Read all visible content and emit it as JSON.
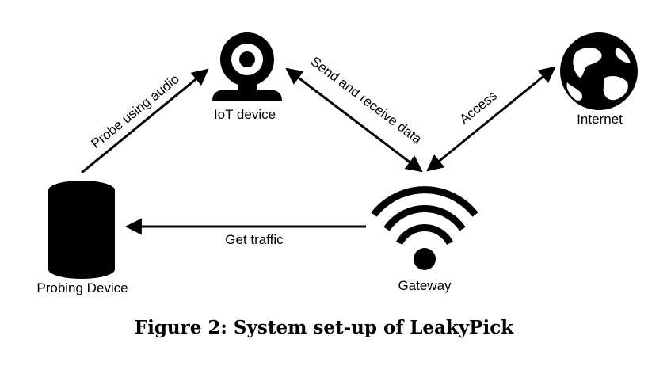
{
  "nodes": {
    "iot_device": {
      "label": "IoT device",
      "icon": "webcam-icon"
    },
    "internet": {
      "label": "Internet",
      "icon": "globe-icon"
    },
    "probing_device": {
      "label": "Probing Device",
      "icon": "cylinder-device-icon"
    },
    "gateway": {
      "label": "Gateway",
      "icon": "wifi-icon"
    }
  },
  "edges": {
    "probe": {
      "label": "Probe using audio",
      "from": "probing_device",
      "to": "iot_device",
      "direction": "one-way"
    },
    "send_receive": {
      "label": "Send and receive data",
      "from": "iot_device",
      "to": "gateway",
      "direction": "two-way"
    },
    "access": {
      "label": "Access",
      "from": "gateway",
      "to": "internet",
      "direction": "two-way"
    },
    "get_traffic": {
      "label": "Get traffic",
      "from": "gateway",
      "to": "probing_device",
      "direction": "one-way"
    }
  },
  "caption": "Figure 2: System set-up of LeakyPick",
  "colors": {
    "ink": "#000000",
    "background": "#ffffff"
  }
}
